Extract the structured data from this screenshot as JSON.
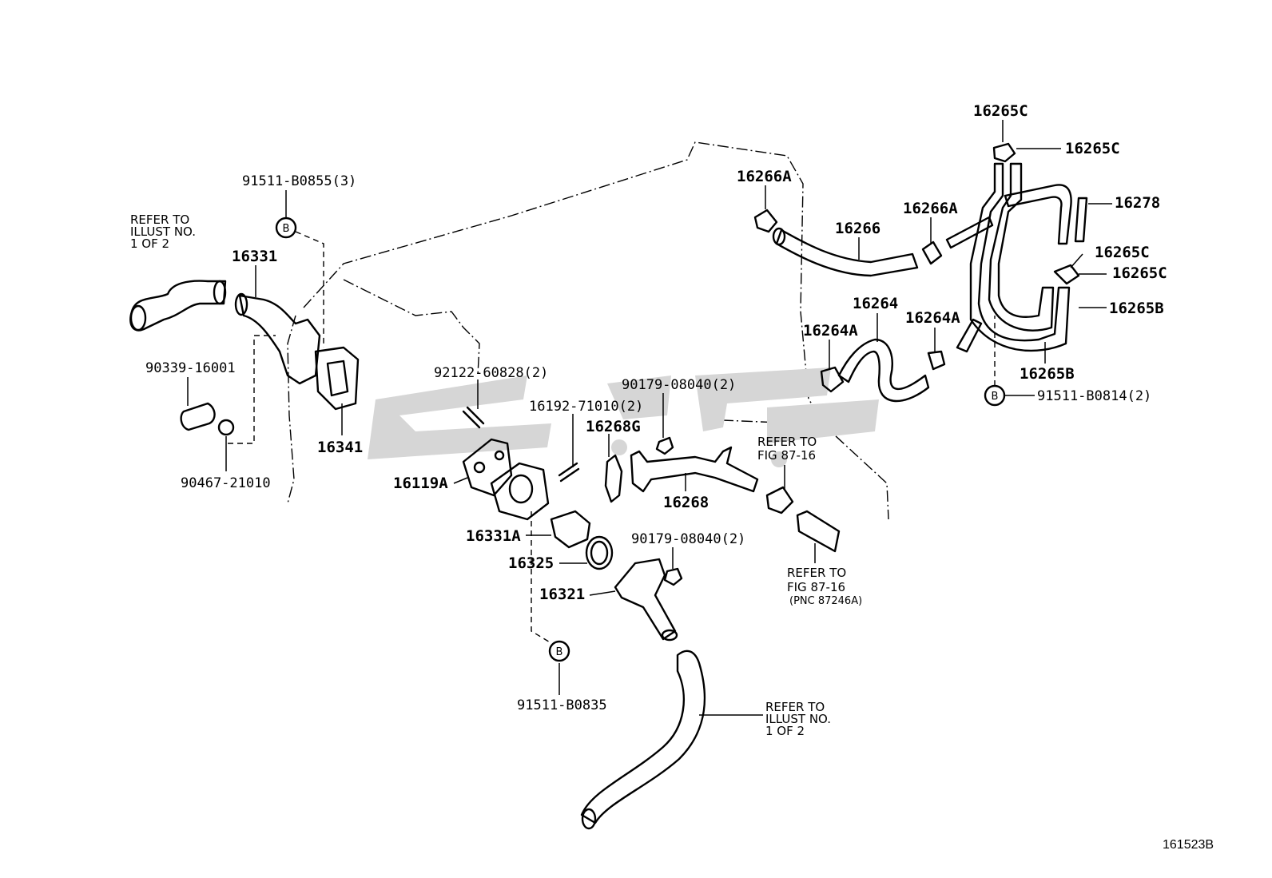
{
  "diagram": {
    "identifier": "161523B",
    "watermark": "",
    "callout_symbol": "B",
    "part_labels": {
      "p16265c_top": "16265C",
      "p16265c_r1": "16265C",
      "p16278": "16278",
      "p16266a_l": "16266A",
      "p16266": "16266",
      "p16266a_r": "16266A",
      "p16265c_r2": "16265C",
      "p16265c_r3": "16265C",
      "p16265b_r": "16265B",
      "p16264": "16264",
      "p16264a_l": "16264A",
      "p16264a_r": "16264A",
      "p16265b_b": "16265B",
      "p91511_b0814": "91511-B0814(2)",
      "p91511_b0855": "91511-B0855(3)",
      "p16331": "16331",
      "p90339": "90339-16001",
      "p90467": "90467-21010",
      "p16341": "16341",
      "p92122": "92122-60828(2)",
      "p16192": "16192-71010(2)",
      "p90179_a": "90179-08040(2)",
      "p16268g": "16268G",
      "p16119a": "16119A",
      "p16268": "16268",
      "p16331a": "16331A",
      "p16325": "16325",
      "p90179_b": "90179-08040(2)",
      "p16321": "16321",
      "p91511_b0835": "91511-B0835"
    },
    "notes": {
      "refer_left": [
        "REFER TO",
        "ILLUST NO.",
        "1 OF 2"
      ],
      "refer_fig_a": [
        "REFER TO",
        "FIG 87-16"
      ],
      "refer_fig_b": [
        "REFER TO",
        "FIG 87-16",
        "(PNC 87246A)"
      ],
      "refer_bottom": [
        "REFER TO",
        "ILLUST NO.",
        "1 OF 2"
      ]
    }
  }
}
